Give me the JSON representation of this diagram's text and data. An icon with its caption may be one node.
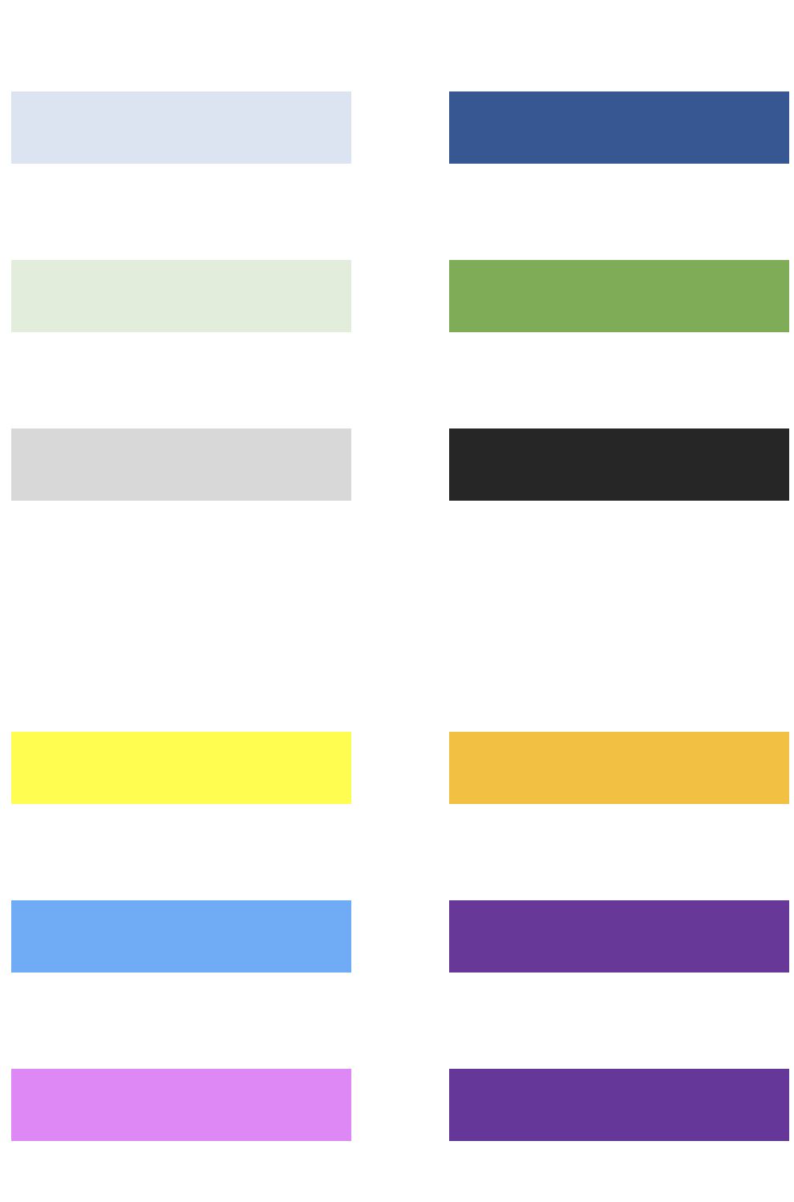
{
  "diagram": {
    "nodes": [
      {
        "text": [],
        "shape": "bar"
      },
      {
        "text": [],
        "shape": "bar"
      },
      {
        "text": [],
        "shape": "bar"
      },
      {
        "text": [],
        "shape": "bar"
      },
      {
        "text": [],
        "shape": "bar"
      },
      {
        "text": [],
        "shape": "bar"
      },
      {
        "text": [],
        "shape": "bar"
      },
      {
        "text": [],
        "shape": "bar"
      },
      {
        "text": [],
        "shape": "bar"
      },
      {
        "text": [],
        "shape": "bar"
      },
      {
        "text": [],
        "shape": "bar"
      },
      {
        "text": [],
        "shape": "bar"
      }
    ]
  }
}
